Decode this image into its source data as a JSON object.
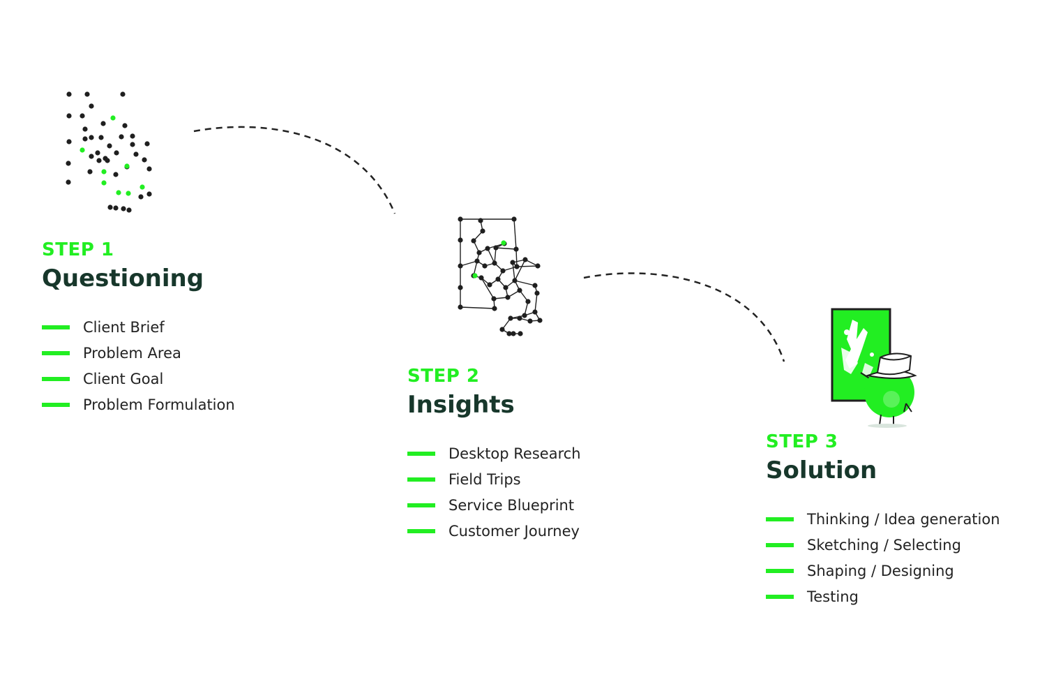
{
  "colors": {
    "accent": "#22ee22",
    "title": "#17372b",
    "text": "#222222",
    "dot": "#1f1f1f",
    "connector": "#222222",
    "board": "#22ee22",
    "hat": "#ffffff"
  },
  "steps": [
    {
      "label": "STEP 1",
      "title": "Questioning",
      "icon": "scattered-dots-icon",
      "items": [
        "Client Brief",
        "Problem Area",
        "Client Goal",
        "Problem Formulation"
      ]
    },
    {
      "label": "STEP 2",
      "title": "Insights",
      "icon": "connected-network-icon",
      "items": [
        "Desktop Research",
        "Field Trips",
        "Service Blueprint",
        "Customer Journey"
      ]
    },
    {
      "label": "STEP 3",
      "title": "Solution",
      "icon": "lightbulb-character-painting-icon",
      "items": [
        "Thinking / Idea generation",
        "Sketching / Selecting",
        "Shaping / Designing",
        "Testing"
      ]
    }
  ]
}
